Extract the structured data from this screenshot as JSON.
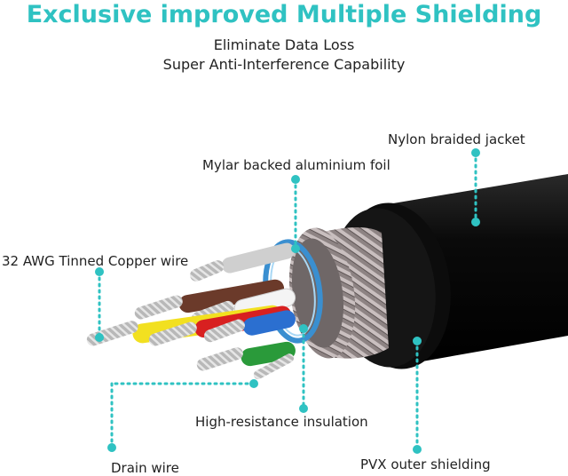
{
  "header": {
    "title": "Exclusive improved Multiple Shielding",
    "subtitle_line1": "Eliminate Data Loss",
    "subtitle_line2": "Super Anti-Interference Capability"
  },
  "callouts": {
    "nylon_jacket": "Nylon braided jacket",
    "mylar_foil": "Mylar backed aluminium foil",
    "copper_wire": "32 AWG Tinned Copper wire",
    "insulation": "High-resistance insulation",
    "drain_wire": "Drain wire",
    "outer_shielding": "PVX outer shielding"
  },
  "colors": {
    "accent": "#2fc2c2",
    "jacket": "#111111",
    "braid": "#9a8f8f",
    "foil": "#3a8fd0",
    "text": "#222222"
  },
  "wire_colors": [
    "#f2e020",
    "#6b3a2a",
    "#d82020",
    "#2b6fd0",
    "#2a9a3a",
    "#e0e0e0",
    "#9a9a9a",
    "#ffffff"
  ]
}
